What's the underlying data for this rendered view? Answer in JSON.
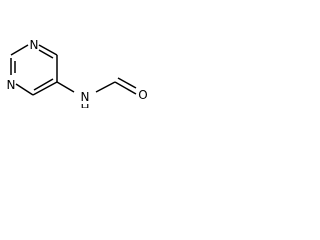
{
  "structure": {
    "atoms": {
      "n1": "N",
      "n3": "N",
      "nh": "N",
      "h": "H",
      "o": "O"
    }
  },
  "colors": {
    "bond": "#000000",
    "label": "#000000",
    "background": "#ffffff"
  }
}
